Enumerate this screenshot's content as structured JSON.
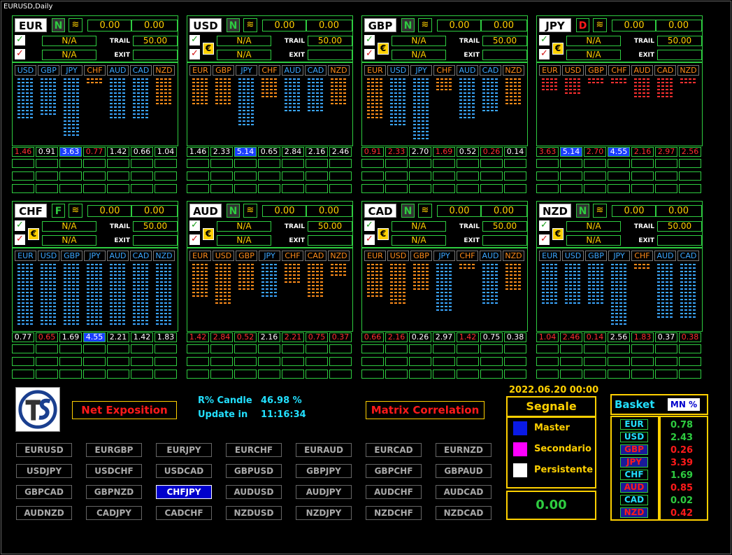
{
  "window_title": "EURUSD,Daily",
  "panels": [
    {
      "name": "EUR",
      "mode": "N",
      "mode_style": "g",
      "v1": "0.00",
      "v2": "0.00",
      "na1": "N/A",
      "na2": "N/A",
      "trail_label": "TRAIL",
      "trail": "50.00",
      "exit_label": "EXIT",
      "exit": "",
      "tabs": [
        "USD",
        "GBP",
        "JPY",
        "CHF",
        "AUD",
        "CAD",
        "NZD"
      ],
      "tab_colors": [
        "b",
        "b",
        "b",
        "o",
        "b",
        "b",
        "o"
      ],
      "corr": [
        "1.46",
        "0.91",
        "3.63",
        "0.77",
        "1.42",
        "0.66",
        "1.04"
      ],
      "corr_style": [
        "r",
        "w",
        "b",
        "r",
        "w",
        "w",
        "w"
      ],
      "bar_rows": [
        12,
        11,
        17,
        2,
        12,
        12,
        8
      ],
      "bar_colors": [
        "b",
        "b",
        "b",
        "o",
        "b",
        "b",
        "o"
      ]
    },
    {
      "name": "USD",
      "mode": "N",
      "mode_style": "g",
      "v1": "0.00",
      "v2": "0.00",
      "na1": "N/A",
      "na2": "N/A",
      "trail_label": "TRAIL",
      "trail": "50.00",
      "exit_label": "EXIT",
      "exit": "",
      "tabs": [
        "EUR",
        "GBP",
        "JPY",
        "CHF",
        "AUD",
        "CAD",
        "NZD"
      ],
      "tab_colors": [
        "o",
        "o",
        "b",
        "o",
        "b",
        "b",
        "o"
      ],
      "corr": [
        "1.46",
        "2.33",
        "5.14",
        "0.65",
        "2.84",
        "2.16",
        "2.46"
      ],
      "corr_style": [
        "w",
        "w",
        "b",
        "w",
        "w",
        "w",
        "w"
      ],
      "bar_rows": [
        8,
        8,
        14,
        6,
        10,
        10,
        8
      ],
      "bar_colors": [
        "o",
        "o",
        "b",
        "o",
        "b",
        "b",
        "o"
      ]
    },
    {
      "name": "GBP",
      "mode": "N",
      "mode_style": "g",
      "v1": "0.00",
      "v2": "0.00",
      "na1": "N/A",
      "na2": "N/A",
      "trail_label": "TRAIL",
      "trail": "50.00",
      "exit_label": "EXIT",
      "exit": "",
      "tabs": [
        "EUR",
        "USD",
        "JPY",
        "CHF",
        "AUD",
        "CAD",
        "NZD"
      ],
      "tab_colors": [
        "o",
        "b",
        "b",
        "o",
        "b",
        "b",
        "o"
      ],
      "corr": [
        "0.91",
        "2.33",
        "2.70",
        "1.69",
        "0.52",
        "0.26",
        "0.14"
      ],
      "corr_style": [
        "r",
        "r",
        "w",
        "r",
        "w",
        "r",
        "w"
      ],
      "bar_rows": [
        12,
        14,
        18,
        4,
        12,
        10,
        8
      ],
      "bar_colors": [
        "o",
        "b",
        "b",
        "o",
        "b",
        "b",
        "o"
      ]
    },
    {
      "name": "JPY",
      "mode": "D",
      "mode_style": "r",
      "v1": "0.00",
      "v2": "0.00",
      "na1": "N/A",
      "na2": "N/A",
      "trail_label": "TRAIL",
      "trail": "50.00",
      "exit_label": "EXIT",
      "exit": "",
      "tabs": [
        "EUR",
        "USD",
        "GBP",
        "CHF",
        "AUD",
        "CAD",
        "NZD"
      ],
      "tab_colors": [
        "o",
        "o",
        "o",
        "o",
        "o",
        "o",
        "o"
      ],
      "corr": [
        "3.63",
        "5.14",
        "2.70",
        "4.55",
        "2.16",
        "2.97",
        "2.56"
      ],
      "corr_style": [
        "r",
        "b",
        "r",
        "b",
        "r",
        "r",
        "r"
      ],
      "bar_rows": [
        4,
        5,
        2,
        2,
        6,
        6,
        2
      ],
      "bar_colors": [
        "r",
        "r",
        "r",
        "r",
        "r",
        "r",
        "r"
      ]
    },
    {
      "name": "CHF",
      "mode": "F",
      "mode_style": "g",
      "v1": "0.00",
      "v2": "0.00",
      "na1": "N/A",
      "na2": "N/A",
      "trail_label": "TRAIL",
      "trail": "50.00",
      "exit_label": "EXIT",
      "exit": "",
      "tabs": [
        "EUR",
        "USD",
        "GBP",
        "JPY",
        "AUD",
        "CAD",
        "NZD"
      ],
      "tab_colors": [
        "b",
        "b",
        "b",
        "b",
        "b",
        "b",
        "b"
      ],
      "corr": [
        "0.77",
        "0.65",
        "1.69",
        "4.55",
        "2.21",
        "1.42",
        "1.83"
      ],
      "corr_style": [
        "w",
        "r",
        "w",
        "b",
        "w",
        "w",
        "w"
      ],
      "bar_rows": [
        18,
        18,
        18,
        18,
        18,
        18,
        18
      ],
      "bar_colors": [
        "b",
        "b",
        "b",
        "b",
        "b",
        "b",
        "b"
      ]
    },
    {
      "name": "AUD",
      "mode": "N",
      "mode_style": "g",
      "v1": "0.00",
      "v2": "0.00",
      "na1": "N/A",
      "na2": "N/A",
      "trail_label": "TRAIL",
      "trail": "50.00",
      "exit_label": "EXIT",
      "exit": "",
      "tabs": [
        "EUR",
        "USD",
        "GBP",
        "JPY",
        "CHF",
        "CAD",
        "NZD"
      ],
      "tab_colors": [
        "o",
        "o",
        "o",
        "b",
        "o",
        "o",
        "o"
      ],
      "corr": [
        "1.42",
        "2.84",
        "0.52",
        "2.16",
        "2.21",
        "0.75",
        "0.37"
      ],
      "corr_style": [
        "r",
        "r",
        "r",
        "w",
        "r",
        "r",
        "r"
      ],
      "bar_rows": [
        10,
        12,
        8,
        10,
        6,
        10,
        4
      ],
      "bar_colors": [
        "o",
        "o",
        "o",
        "b",
        "o",
        "o",
        "o"
      ]
    },
    {
      "name": "CAD",
      "mode": "N",
      "mode_style": "g",
      "v1": "0.00",
      "v2": "0.00",
      "na1": "N/A",
      "na2": "N/A",
      "trail_label": "TRAIL",
      "trail": "50.00",
      "exit_label": "EXIT",
      "exit": "",
      "tabs": [
        "EUR",
        "USD",
        "GBP",
        "JPY",
        "CHF",
        "AUD",
        "NZD"
      ],
      "tab_colors": [
        "o",
        "o",
        "o",
        "b",
        "o",
        "b",
        "o"
      ],
      "corr": [
        "0.66",
        "2.16",
        "0.26",
        "2.97",
        "1.42",
        "0.75",
        "0.38"
      ],
      "corr_style": [
        "r",
        "r",
        "w",
        "w",
        "r",
        "w",
        "w"
      ],
      "bar_rows": [
        10,
        12,
        8,
        14,
        2,
        12,
        8
      ],
      "bar_colors": [
        "o",
        "o",
        "o",
        "b",
        "o",
        "b",
        "o"
      ]
    },
    {
      "name": "NZD",
      "mode": "N",
      "mode_style": "g",
      "v1": "0.00",
      "v2": "0.00",
      "na1": "N/A",
      "na2": "N/A",
      "trail_label": "TRAIL",
      "trail": "50.00",
      "exit_label": "EXIT",
      "exit": "",
      "tabs": [
        "EUR",
        "USD",
        "GBP",
        "JPY",
        "CHF",
        "AUD",
        "CAD"
      ],
      "tab_colors": [
        "b",
        "b",
        "b",
        "b",
        "o",
        "b",
        "b"
      ],
      "corr": [
        "1.04",
        "2.46",
        "0.14",
        "2.56",
        "1.83",
        "0.37",
        "0.38"
      ],
      "corr_style": [
        "r",
        "r",
        "r",
        "w",
        "r",
        "w",
        "r"
      ],
      "bar_rows": [
        12,
        12,
        12,
        18,
        2,
        16,
        16
      ],
      "bar_colors": [
        "b",
        "b",
        "b",
        "b",
        "o",
        "b",
        "b"
      ]
    }
  ],
  "net_exposition": "Net Exposition",
  "matrix_correlation": "Matrix Correlation",
  "r_candle_label": "R% Candle",
  "r_candle_value": "46.98 %",
  "update_label": "Update in",
  "update_value": "11:16:34",
  "symbols": [
    "EURUSD",
    "EURGBP",
    "EURJPY",
    "EURCHF",
    "EURAUD",
    "EURCAD",
    "EURNZD",
    "USDJPY",
    "USDCHF",
    "USDCAD",
    "GBPUSD",
    "GBPJPY",
    "GBPCHF",
    "GBPAUD",
    "GBPCAD",
    "GBPNZD",
    "CHFJPY",
    "AUDUSD",
    "AUDJPY",
    "AUDCHF",
    "AUDCAD",
    "AUDNZD",
    "CADJPY",
    "CADCHF",
    "NZDUSD",
    "NZDJPY",
    "NZDCHF",
    "NZDCAD"
  ],
  "active_symbol": "CHFJPY",
  "datetime": "2022.06.20 00:00",
  "segnale": {
    "title": "Segnale",
    "items": [
      {
        "label": "Master",
        "color": "#0a1ae6"
      },
      {
        "label": "Secondario",
        "color": "#ff00ff"
      },
      {
        "label": "Persistente",
        "color": "#ffffff"
      }
    ]
  },
  "total": "0.00",
  "basket": {
    "title": "Basket",
    "mode": "MN %",
    "items": [
      {
        "cur": "EUR",
        "val": "0.78",
        "style": "g"
      },
      {
        "cur": "USD",
        "val": "2.43",
        "style": "g"
      },
      {
        "cur": "GBP",
        "val": "0.26",
        "style": "r"
      },
      {
        "cur": "JPY",
        "val": "3.39",
        "style": "r"
      },
      {
        "cur": "CHF",
        "val": "1.69",
        "style": "g"
      },
      {
        "cur": "AUD",
        "val": "0.85",
        "style": "r"
      },
      {
        "cur": "CAD",
        "val": "0.02",
        "style": "g"
      },
      {
        "cur": "NZD",
        "val": "0.42",
        "style": "r"
      }
    ]
  },
  "colors": {
    "green": "#2ecc40",
    "yellow": "#ffd000",
    "blue_bar": "#3ba6ff",
    "orange_bar": "#ff8c1a",
    "red_bar": "#ff3030"
  }
}
